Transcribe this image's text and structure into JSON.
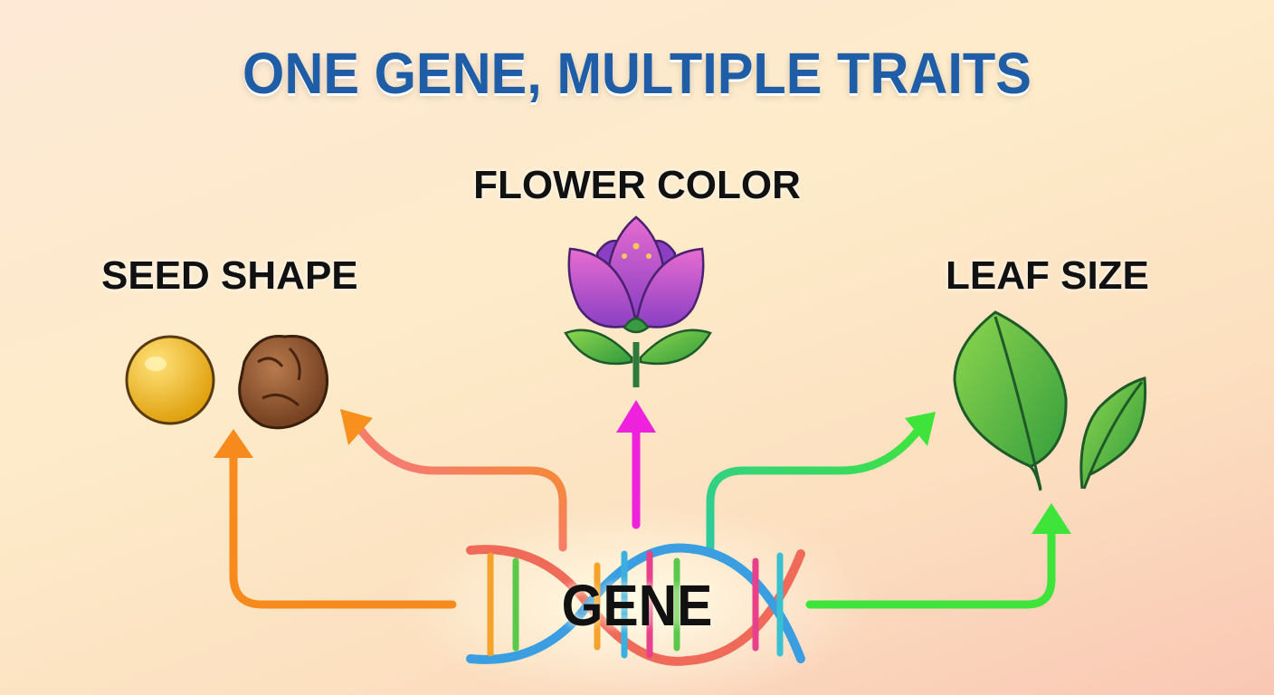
{
  "title": "ONE GENE, MULTIPLE TRAITS",
  "traits": {
    "flower": "FLOWER COLOR",
    "seed": "SEED SHAPE",
    "leaf": "LEAF SIZE"
  },
  "center": "GENE",
  "colors": {
    "title": "#1f5ea6",
    "orange": "#f78a1c",
    "magenta": "#ee22dd",
    "green": "#3fdc3a"
  }
}
